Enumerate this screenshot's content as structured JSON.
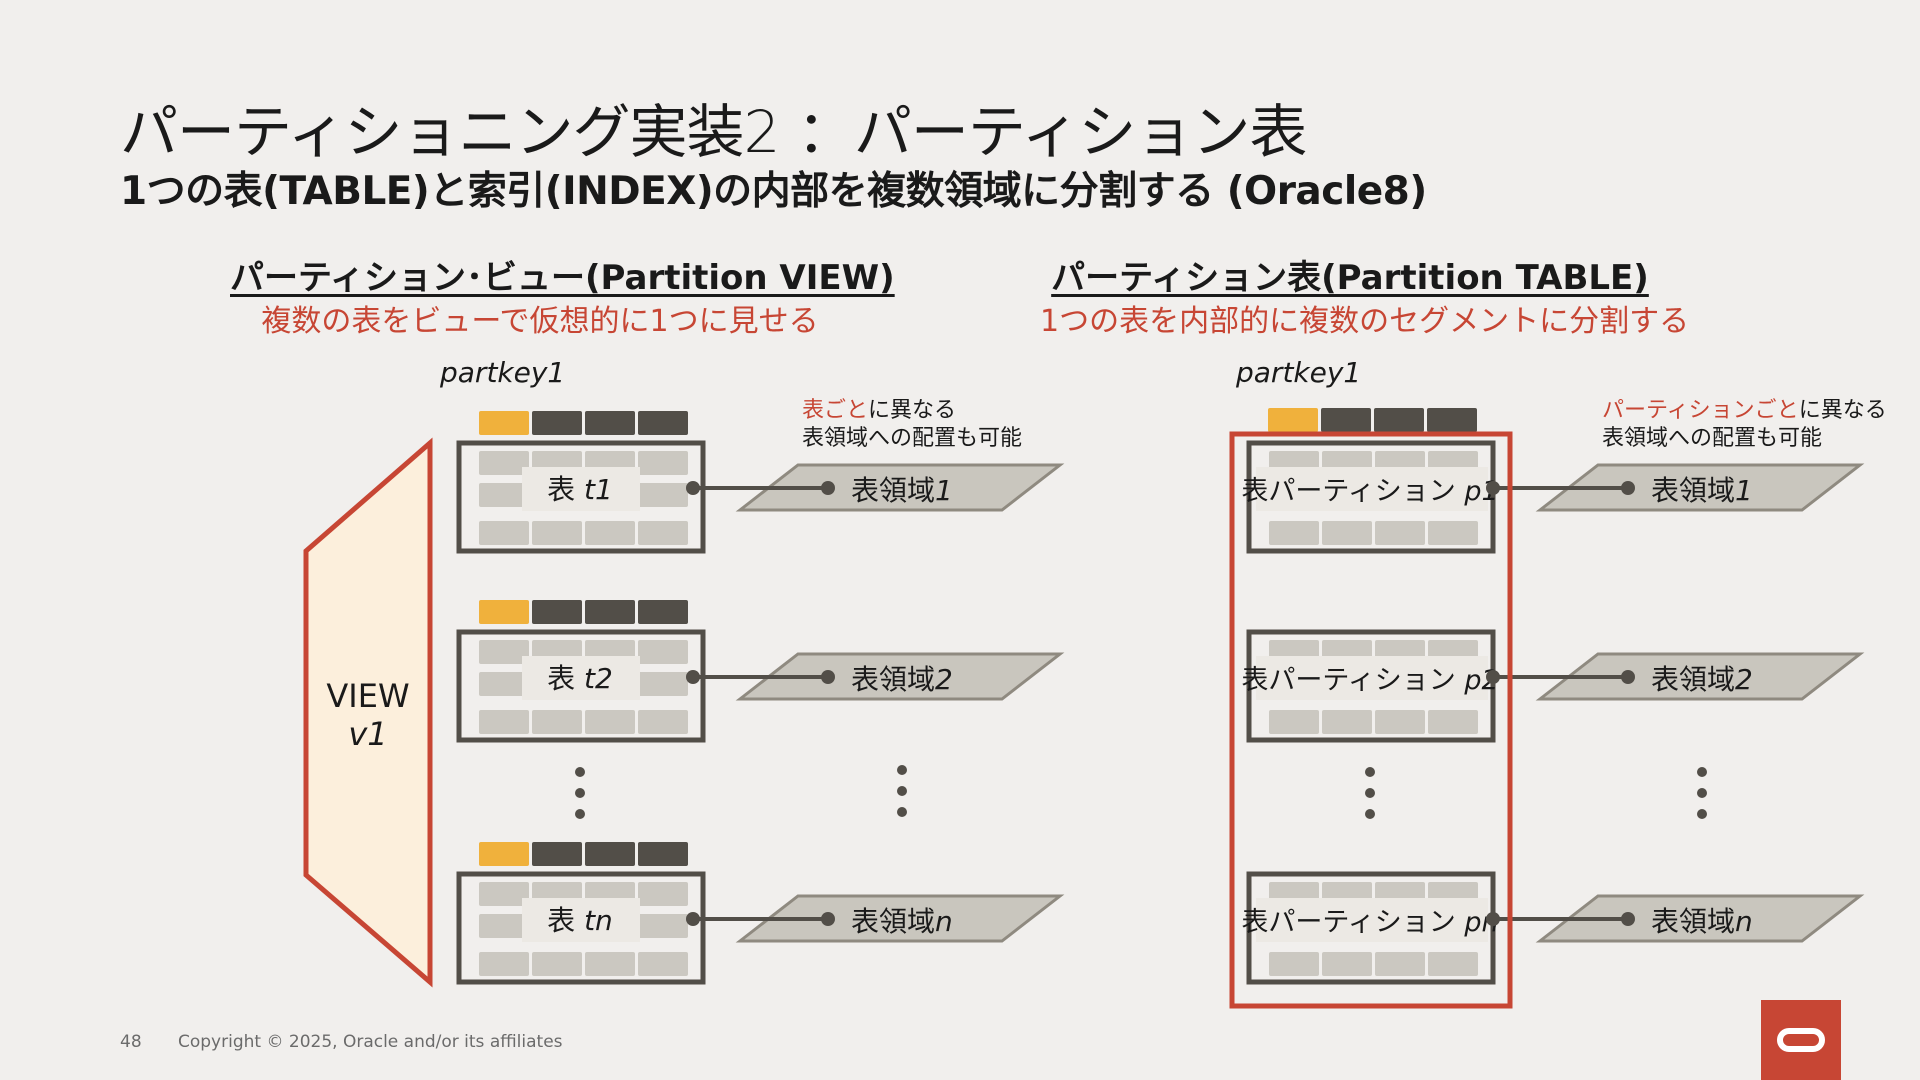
{
  "slide": {
    "title": "パーティショニング実装2 ：パーティション表",
    "subtitle": "1つの表(TABLE)と索引(INDEX)の内部を複数領域に分割する (Oracle8)",
    "page_number": "48",
    "copyright": "Copyright © 2025, Oracle and/or its affiliates"
  },
  "left": {
    "heading": "パーティション･ビュー(Partition VIEW)",
    "description": "複数の表をビューで仮想的に1つに見せる",
    "partkey": "partkey1",
    "note_highlight": "表ごと",
    "note_rest1": "に異なる",
    "note_line2": "表領域への配置も可能",
    "view_line1": "VIEW",
    "view_line2": "v1",
    "tables": [
      {
        "prefix": "表 ",
        "name": "t1",
        "ts_prefix": "表領域",
        "ts_num": "1"
      },
      {
        "prefix": "表 ",
        "name": "t2",
        "ts_prefix": "表領域",
        "ts_num": "2"
      },
      {
        "prefix": "表 ",
        "name": "tn",
        "ts_prefix": "表領域",
        "ts_num": "n"
      }
    ]
  },
  "right": {
    "heading": "パーティション表(Partition TABLE)",
    "description": "1つの表を内部的に複数のセグメントに分割する",
    "partkey": "partkey1",
    "note_highlight": "パーティションごと",
    "note_rest1": "に異なる",
    "note_line2": "表領域への配置も可能",
    "tables": [
      {
        "prefix": "表パーティション ",
        "name": "p1",
        "ts_prefix": "表領域",
        "ts_num": "1"
      },
      {
        "prefix": "表パーティション ",
        "name": "p2",
        "ts_prefix": "表領域",
        "ts_num": "2"
      },
      {
        "prefix": "表パーティション ",
        "name": "pn",
        "ts_prefix": "表領域",
        "ts_num": "n"
      }
    ]
  },
  "colors": {
    "accent_red": "#c74634",
    "key_column": "#f0b13c",
    "dark_column": "#524e48",
    "cell": "#cbc8c1",
    "tablespace": "#c9c6be",
    "view_fill": "#fcefdc"
  }
}
